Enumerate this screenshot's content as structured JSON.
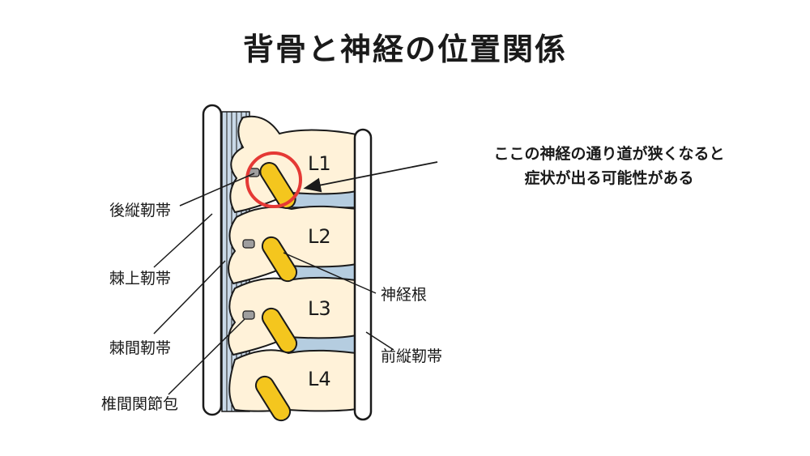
{
  "title": "背骨と神経の位置関係",
  "vertebrae": [
    "L1",
    "L2",
    "L3",
    "L4"
  ],
  "labels": {
    "posterior_longitudinal": "後縦靭帯",
    "supraspinous": "棘上靭帯",
    "interspinous": "棘間靭帯",
    "facet_capsule": "椎間関節包",
    "nerve_root": "神経根",
    "anterior_longitudinal": "前縦靭帯"
  },
  "callout": {
    "line1": "ここの神経の通り道が狭くなると",
    "line2": "症状が出る可能性がある"
  },
  "colors": {
    "bone": "#fff2d9",
    "nerve": "#f4c61e",
    "disc": "#b5cde0",
    "ligament": "#c9d9e8",
    "highlight": "#e53935"
  }
}
